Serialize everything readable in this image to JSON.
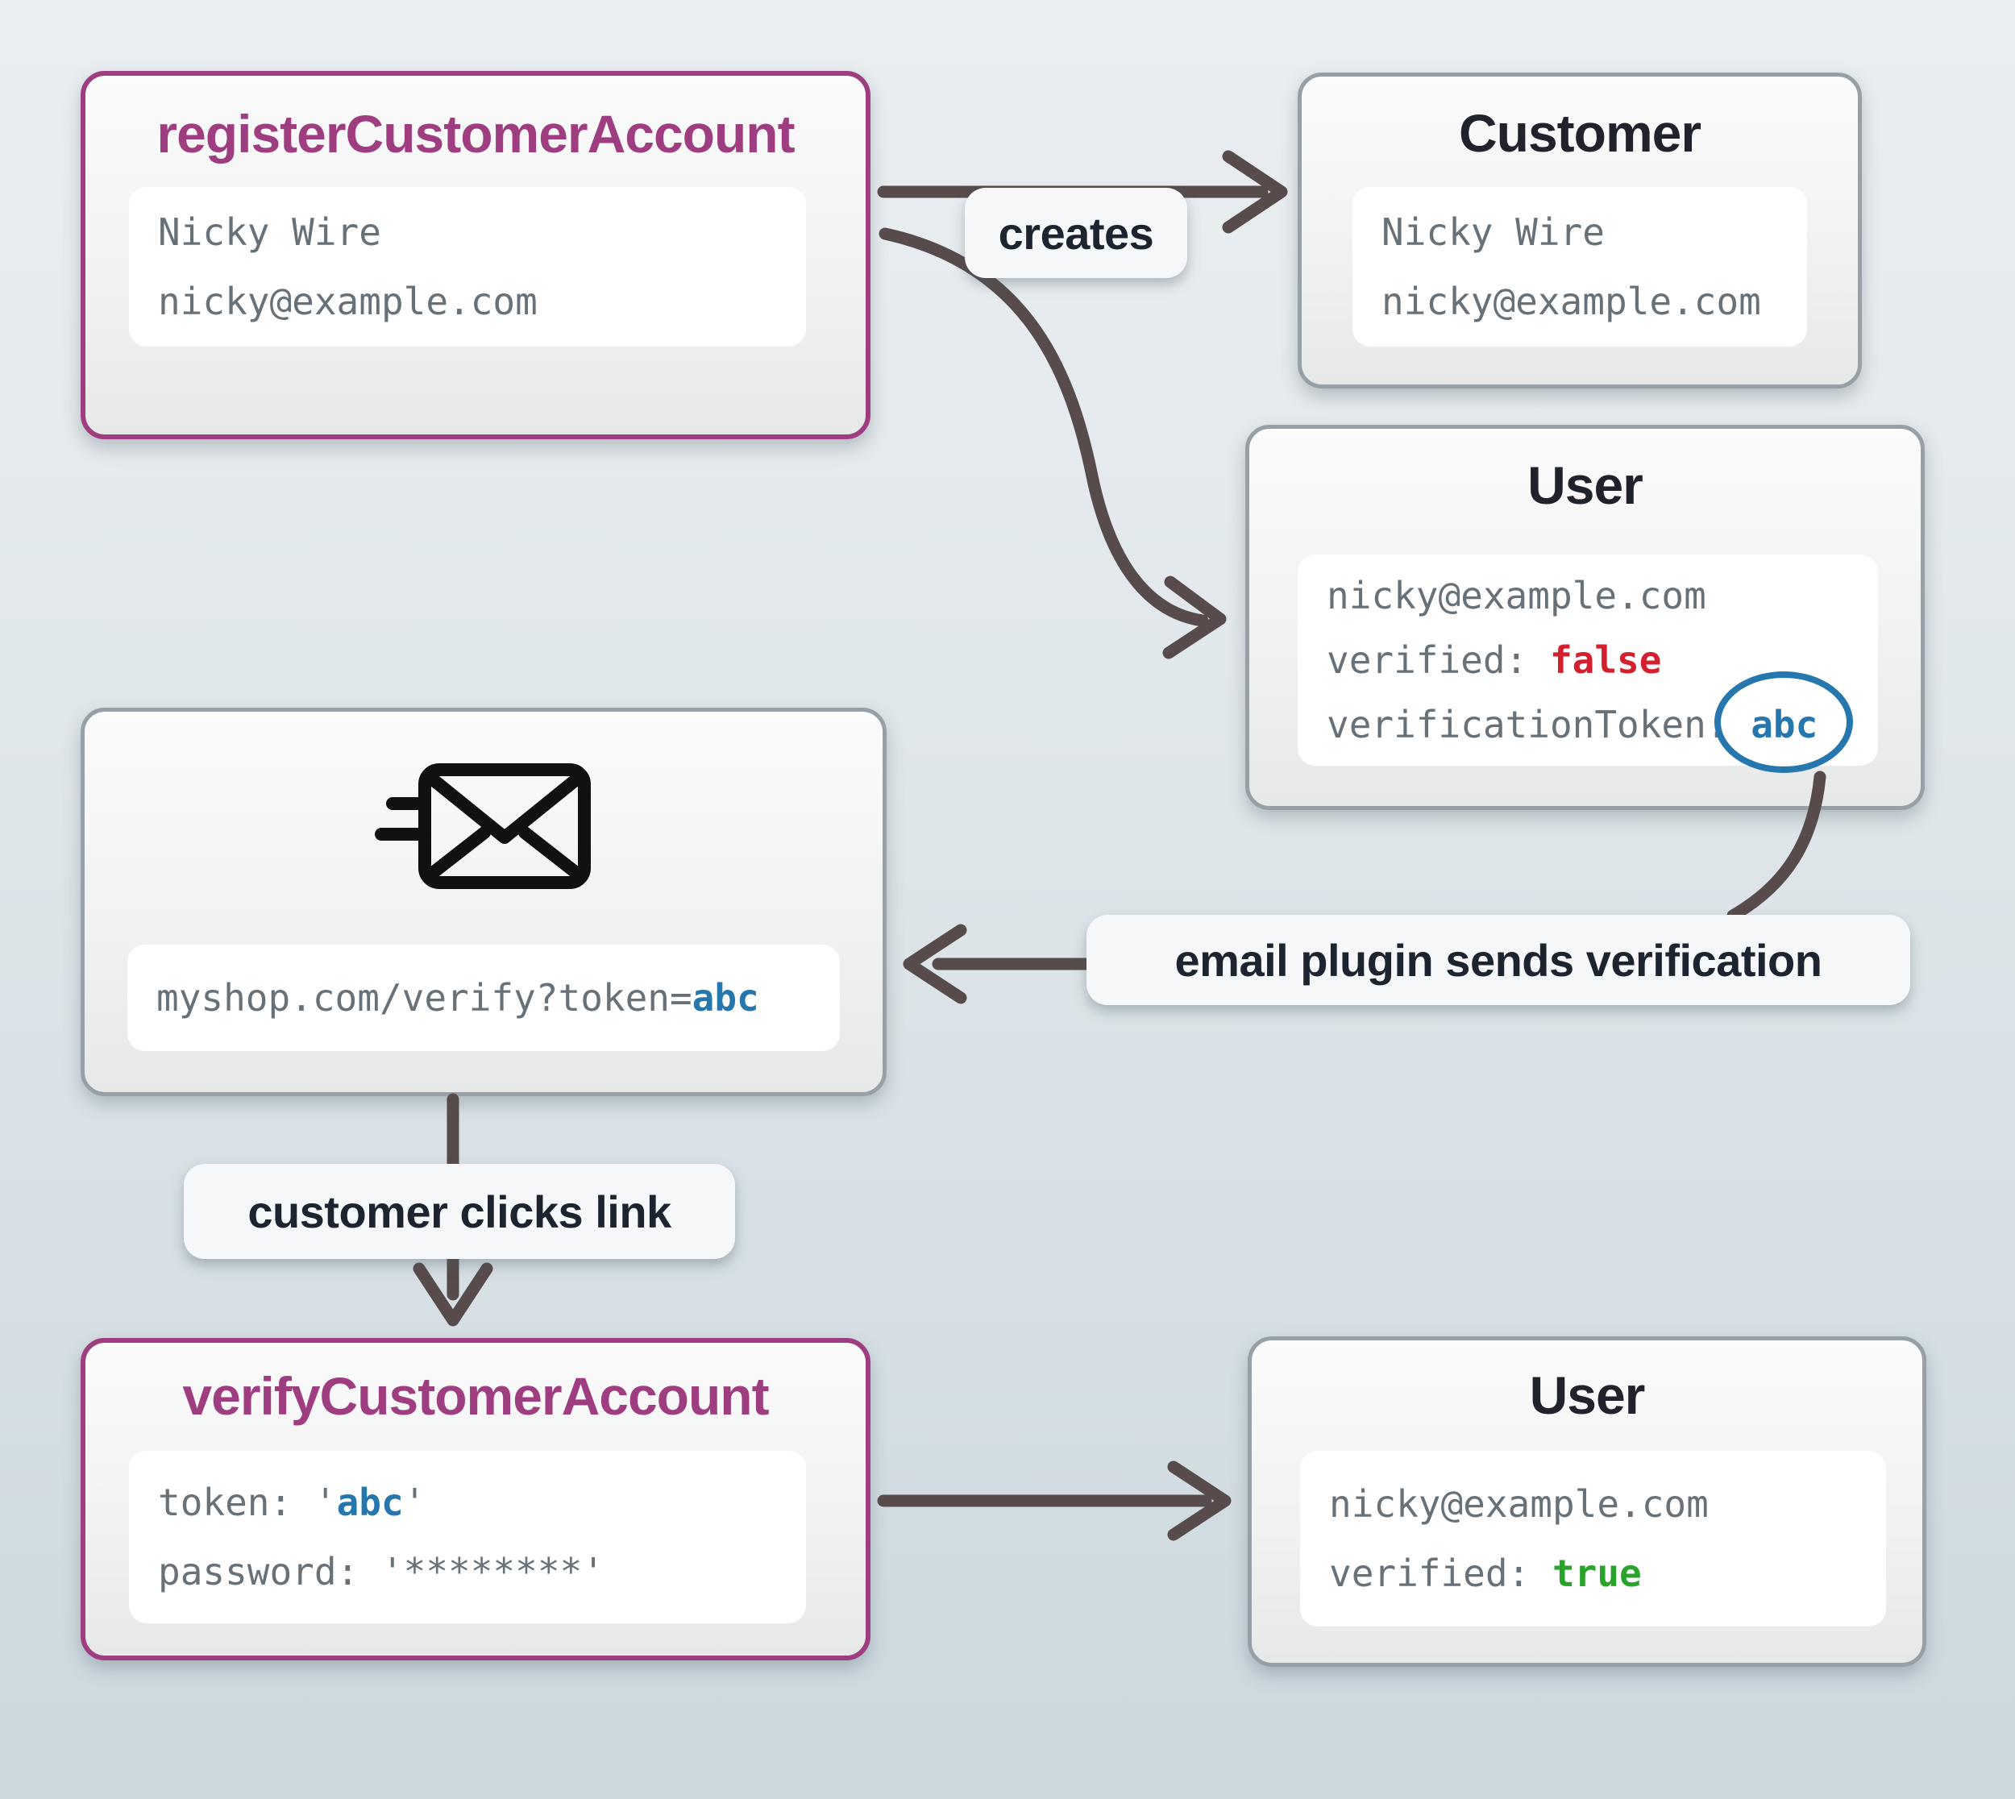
{
  "register": {
    "title": "registerCustomerAccount",
    "name": "Nicky Wire",
    "email": "nicky@example.com"
  },
  "customer": {
    "title": "Customer",
    "name": "Nicky Wire",
    "email": "nicky@example.com"
  },
  "user_unverified": {
    "title": "User",
    "email": "nicky@example.com",
    "verified_key": "verified: ",
    "verified_value": "false",
    "token_key": "verificationToken: ",
    "token_value": "abc"
  },
  "email_message": {
    "url_prefix": "myshop.com/verify?token=",
    "token": "abc"
  },
  "verify": {
    "title": "verifyCustomerAccount",
    "token_key": "token: ",
    "quote_open": "'",
    "token_value": "abc",
    "quote_close": "'",
    "password_key": "password: ",
    "password_value": "'********'"
  },
  "user_verified": {
    "title": "User",
    "email": "nicky@example.com",
    "verified_key": "verified: ",
    "verified_value": "true"
  },
  "edge_labels": {
    "creates": "creates",
    "email_plugin": "email plugin sends verification",
    "customer_clicks": "customer clicks link"
  },
  "colors": {
    "accent_purple": "#9e3e80",
    "border_gray": "#96a0a6",
    "false_red": "#d4202e",
    "true_green": "#2aa32a",
    "token_blue": "#2677ae",
    "mono_gray": "#687078",
    "title_dark": "#20222c",
    "arrow": "#584b4b"
  }
}
